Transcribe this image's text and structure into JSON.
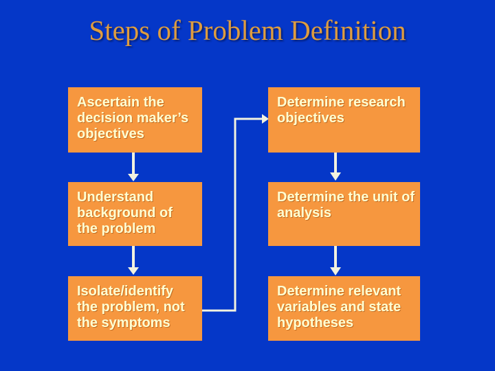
{
  "slide": {
    "title": "Steps of Problem Definition",
    "colors": {
      "background": "#0537C8",
      "box_fill": "#F6973F",
      "box_text": "#FFFFD2",
      "title_text": "#DE9C3F",
      "connector": "#F2F2DF"
    },
    "flowchart": {
      "left_column": [
        {
          "id": "step-1",
          "label": "Ascertain the\ndecision maker’s\nobjectives"
        },
        {
          "id": "step-2",
          "label": "Understand\nbackground of\nthe problem"
        },
        {
          "id": "step-3",
          "label": "Isolate/identify\nthe problem, not\nthe symptoms"
        }
      ],
      "right_column": [
        {
          "id": "step-4",
          "label": "Determine research\nobjectives"
        },
        {
          "id": "step-5",
          "label": "Determine the unit of\nanalysis"
        },
        {
          "id": "step-6",
          "label": "Determine relevant\nvariables and state\nhypotheses"
        }
      ],
      "connections": [
        {
          "from": "step-1",
          "to": "step-2",
          "type": "down-arrow"
        },
        {
          "from": "step-2",
          "to": "step-3",
          "type": "down-arrow"
        },
        {
          "from": "step-3",
          "to": "step-4",
          "type": "elbow-arrow"
        },
        {
          "from": "step-4",
          "to": "step-5",
          "type": "down-arrow"
        },
        {
          "from": "step-5",
          "to": "step-6",
          "type": "down-arrow"
        }
      ]
    }
  }
}
